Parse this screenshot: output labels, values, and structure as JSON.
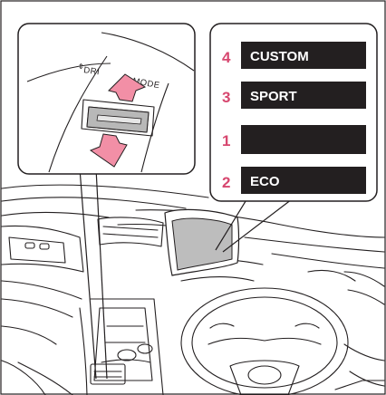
{
  "switch": {
    "text_left": "DRI",
    "text_right": "MODE"
  },
  "modes": [
    {
      "number": "4",
      "label": "CUSTOM"
    },
    {
      "number": "3",
      "label": "SPORT"
    },
    {
      "number": "1",
      "label": ""
    },
    {
      "number": "2",
      "label": "ECO"
    }
  ],
  "colors": {
    "accent_number": "#d7476f",
    "panel_fill": "#231f20",
    "panel_text": "#ffffff",
    "arrow_fill": "#f28fa6",
    "screen_fill": "#bdbdbd",
    "callout_fill": "#ffffff",
    "line": "#231f20"
  }
}
